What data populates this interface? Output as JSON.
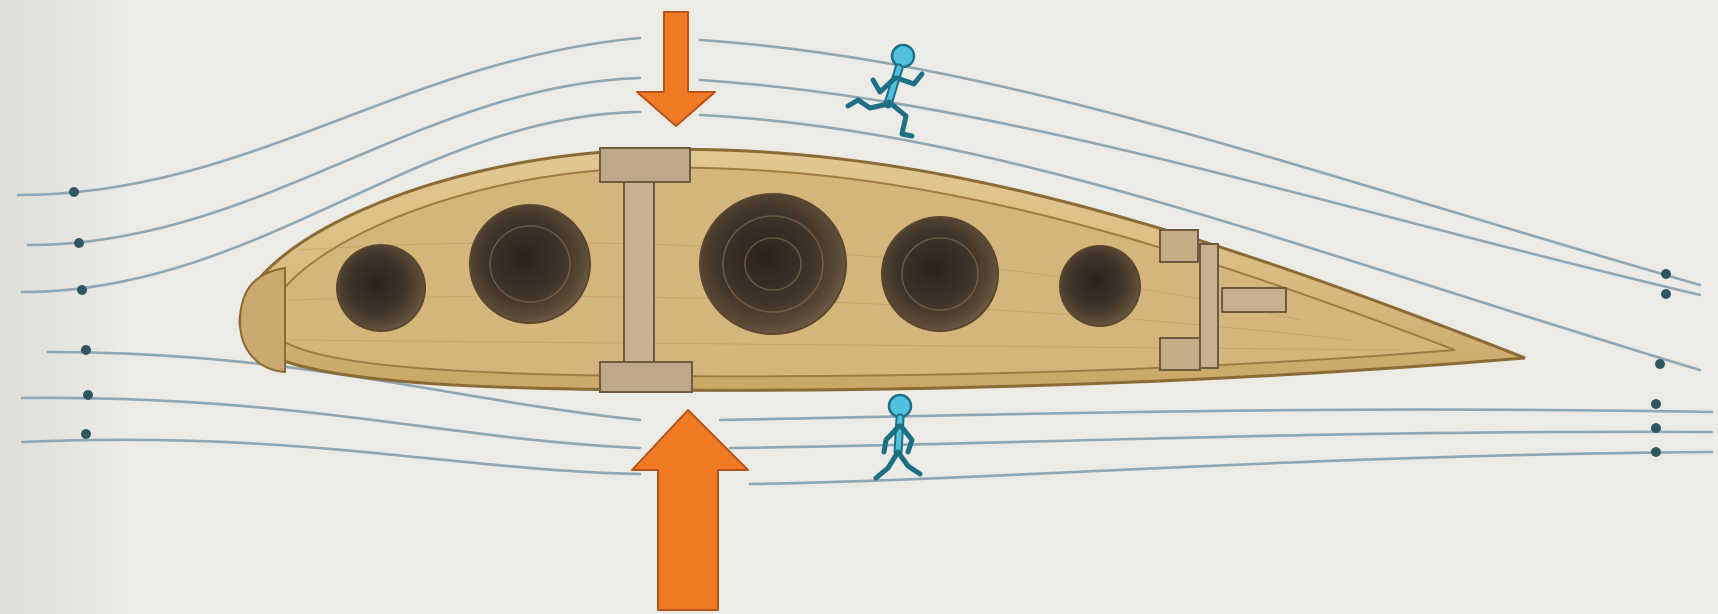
{
  "diagram": {
    "subject": "wing-airfoil-cross-section",
    "colors": {
      "paper": "#ecebe6",
      "paper_edge": "#dcdcd6",
      "streamline": "#8fa6b3",
      "bead": "#2e5560",
      "wood_light": "#dcc189",
      "wood_dark": "#b89456",
      "wood_outline": "#8a6a35",
      "hole_dark": "#3f3428",
      "arrow_fill": "#f07a24",
      "arrow_outline": "#b3541a",
      "figure_fill": "#4fc1dc",
      "figure_outline": "#1f6f84"
    },
    "lift_force": {
      "top_arrow": "small-downward-pressure",
      "bottom_arrow": "large-upward-pressure"
    },
    "airflow": {
      "above_wing": "fast",
      "below_wing": "slow"
    },
    "wing": {
      "lightening_holes": 5,
      "spars": 2
    }
  }
}
